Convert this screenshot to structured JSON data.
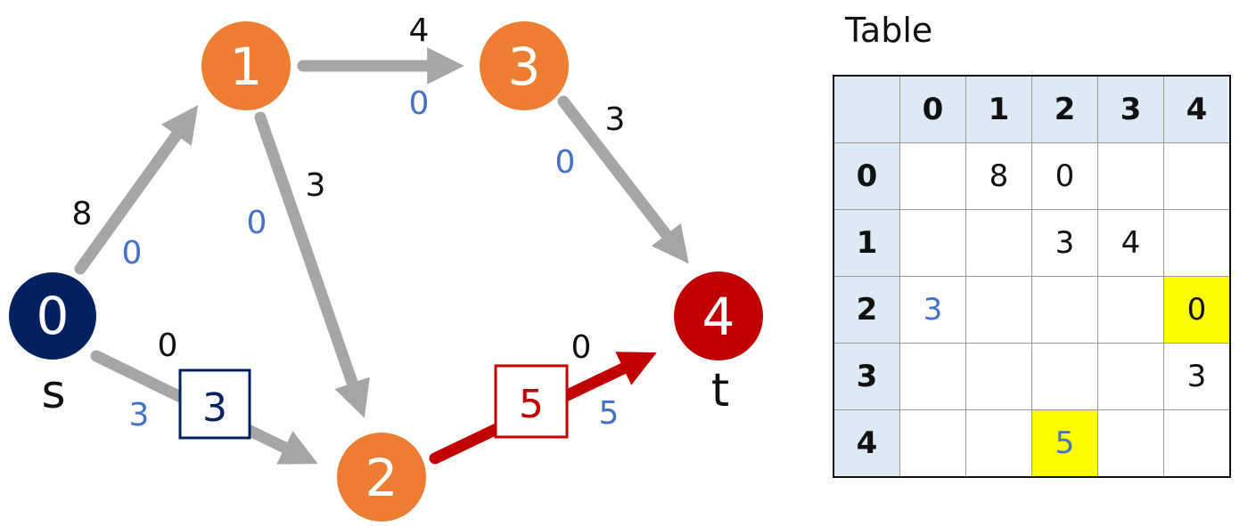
{
  "colors": {
    "edge": "#a6a6a6",
    "highlight_edge": "#c00000",
    "node_orange": "#ed7d31",
    "node_source": "#002060",
    "node_sink": "#c00000",
    "flow_label": "#4472c4",
    "cell_highlight": "#ffff00",
    "header_fill": "#dde9f5"
  },
  "graph": {
    "nodes": [
      {
        "id": "0",
        "label": "0",
        "tag": "s"
      },
      {
        "id": "1",
        "label": "1",
        "tag": ""
      },
      {
        "id": "2",
        "label": "2",
        "tag": ""
      },
      {
        "id": "3",
        "label": "3",
        "tag": ""
      },
      {
        "id": "4",
        "label": "4",
        "tag": "t"
      }
    ],
    "edges": [
      {
        "from": "0",
        "to": "1",
        "capacity": "8",
        "flow": "0"
      },
      {
        "from": "0",
        "to": "2",
        "capacity": "0",
        "flow": "3",
        "boxed": "3"
      },
      {
        "from": "1",
        "to": "3",
        "capacity": "4",
        "flow": "0"
      },
      {
        "from": "1",
        "to": "2",
        "capacity": "3",
        "flow": "0"
      },
      {
        "from": "3",
        "to": "4",
        "capacity": "3",
        "flow": "0"
      },
      {
        "from": "2",
        "to": "4",
        "capacity": "0",
        "flow": "5",
        "boxed": "5",
        "highlight": true
      }
    ]
  },
  "table": {
    "title": "Table",
    "columns": [
      "0",
      "1",
      "2",
      "3",
      "4"
    ],
    "rows": [
      {
        "header": "0",
        "cells": [
          "",
          "8",
          "0",
          "",
          ""
        ]
      },
      {
        "header": "1",
        "cells": [
          "",
          "",
          "3",
          "4",
          ""
        ]
      },
      {
        "header": "2",
        "cells": [
          "3",
          "",
          "",
          "",
          "0"
        ]
      },
      {
        "header": "3",
        "cells": [
          "",
          "",
          "",
          "",
          "3"
        ]
      },
      {
        "header": "4",
        "cells": [
          "",
          "",
          "5",
          "",
          ""
        ]
      }
    ]
  }
}
